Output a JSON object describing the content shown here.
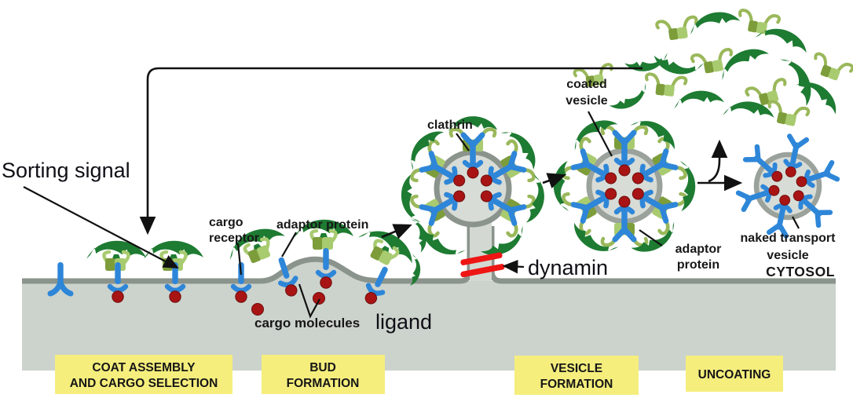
{
  "figure": "clathrin-mediated endocytosis pathway",
  "labels": {
    "sorting_signal": "Sorting signal",
    "cargo_receptor_line1": "cargo",
    "cargo_receptor_line2": "receptor",
    "adaptor_protein": "adaptor protein",
    "cargo_molecules": "cargo molecules",
    "ligand": "ligand",
    "clathrin": "clathrin",
    "dynamin": "dynamin",
    "coated_vesicle_line1": "coated",
    "coated_vesicle_line2": "vesicle",
    "adaptor_protein_right_line1": "adaptor",
    "adaptor_protein_right_line2": "protein",
    "naked_vesicle_line1": "naked transport",
    "naked_vesicle_line2": "vesicle",
    "cytosol": "CYTOSOL"
  },
  "stages": {
    "coat_assembly_line1": "COAT ASSEMBLY",
    "coat_assembly_line2": "AND CARGO SELECTION",
    "bud_line1": "BUD",
    "bud_line2": "FORMATION",
    "vesicle_line1": "VESICLE",
    "vesicle_line2": "FORMATION",
    "uncoating": "UNCOATING"
  },
  "colors": {
    "clathrin_green": "#1e7b32",
    "adaptor_green_light": "#a9cb70",
    "adaptor_green_dark": "#7d9d3b",
    "receptor_blue": "#2e86d8",
    "cargo_red": "#a81414",
    "dynamin_red": "#ee1515",
    "membrane_grey": "#8b948c",
    "extracellular_grey": "#ccd3cc",
    "vesicle_lumen_grey": "#d8dcd6",
    "stage_label_yellow": "#f5ee7d",
    "label_black": "#171717"
  }
}
